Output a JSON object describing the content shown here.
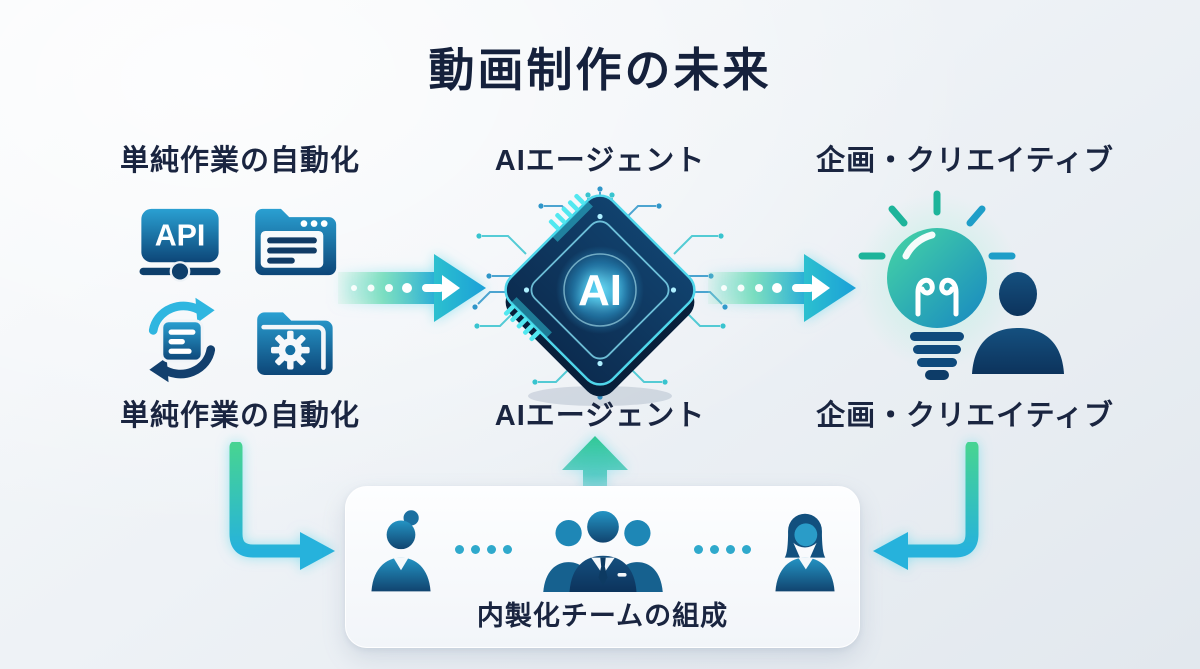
{
  "title": "動画制作の未来",
  "flow": {
    "left": {
      "top_label": "単純作業の自動化",
      "bottom_label": "単純作業の自動化"
    },
    "center": {
      "top_label": "AIエージェント",
      "bottom_label": "AIエージェント",
      "chip_label": "AI"
    },
    "right": {
      "top_label": "企画・クリエイティブ",
      "bottom_label": "企画・クリエイティブ"
    }
  },
  "icons": {
    "api_label": "API",
    "left_grid": [
      "api-icon",
      "document-window-icon",
      "sync-document-icon",
      "folder-gear-icon"
    ],
    "center_icon": "ai-chip-icon",
    "right_icons": [
      "lightbulb-icon",
      "person-icon"
    ],
    "team_icons": [
      "businesswoman-icon",
      "team-group-icon",
      "businesswoman-icon-2"
    ]
  },
  "bottom_panel": {
    "label": "内製化チームの組成"
  },
  "colors": {
    "title_text": "#15213c",
    "label_text": "#1a2540",
    "icon_blue_top": "#2aa0d2",
    "icon_blue_bottom": "#0d4678",
    "arrow_cyan": "#27aede",
    "arrow_green": "#46d394",
    "chip_glow": "#4fd8ff",
    "dot_teal": "#2fa9cc",
    "background_start": "#f7f9fb",
    "background_end": "#e2e8ee",
    "panel_bg": "#fdfeff"
  }
}
